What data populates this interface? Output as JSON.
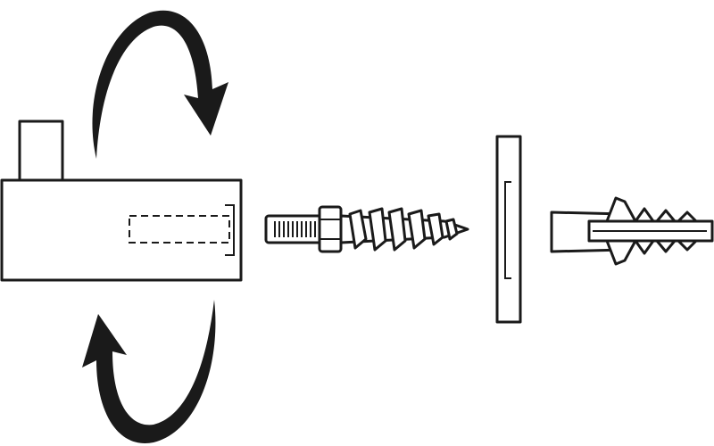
{
  "diagram": {
    "kind": "assembly-instruction",
    "colors": {
      "stroke": "#1a1a1a",
      "fill": "#ffffff",
      "background": "#ffffff"
    },
    "parts": [
      {
        "id": "fitting-block",
        "icon": "rectangular-fitting-with-pin"
      },
      {
        "id": "hanger-bolt",
        "icon": "hanger-bolt-with-hex-collar"
      },
      {
        "id": "panel",
        "icon": "panel-cross-section"
      },
      {
        "id": "wall-plug",
        "icon": "expansion-plug"
      }
    ],
    "arrows": [
      {
        "id": "rotate-top",
        "icon": "curved-arrow-clockwise"
      },
      {
        "id": "rotate-bottom",
        "icon": "curved-arrow-clockwise"
      }
    ]
  }
}
